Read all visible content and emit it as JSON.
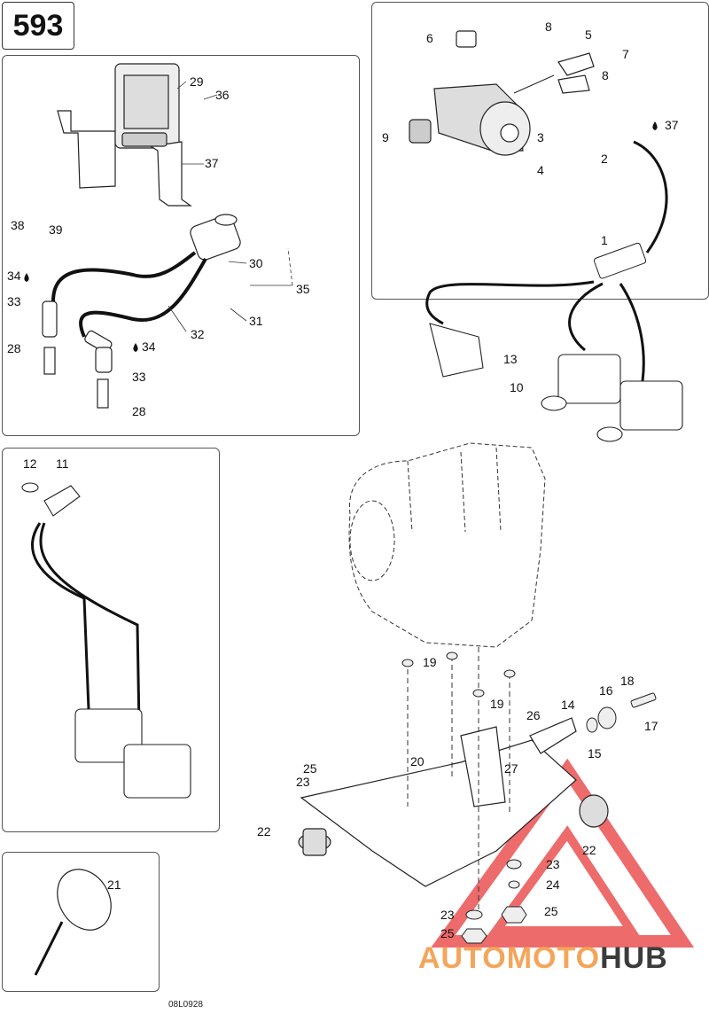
{
  "page_number": "593",
  "drawing_ref": "08L0928",
  "watermark": {
    "part1": "AUTOMOTO",
    "part2": "HUB",
    "color1": "#f4a55a",
    "color2": "#3b3b3b",
    "triangle_color": "#e83a3a"
  },
  "callouts": {
    "c1": "1",
    "c2": "2",
    "c3": "3",
    "c4": "4",
    "c5": "5",
    "c6": "6",
    "c7": "7",
    "c8a": "8",
    "c8b": "8",
    "c9": "9",
    "c10": "10",
    "c11": "11",
    "c12": "12",
    "c13": "13",
    "c14": "14",
    "c15": "15",
    "c16": "16",
    "c17": "17",
    "c18": "18",
    "c19a": "19",
    "c19b": "19",
    "c20": "20",
    "c21": "21",
    "c22a": "22",
    "c22b": "22",
    "c23a": "23",
    "c23b": "23",
    "c23c": "23",
    "c24": "24",
    "c25a": "25",
    "c25b": "25",
    "c25c": "25",
    "c26": "26",
    "c27": "27",
    "c28a": "28",
    "c28b": "28",
    "c29": "29",
    "c30": "30",
    "c31": "31",
    "c32": "32",
    "c33a": "33",
    "c33b": "33",
    "c34a": "34",
    "c34b": "34",
    "c35": "35",
    "c36": "36",
    "c37a": "37",
    "c37b": "37",
    "c38": "38",
    "c39": "39"
  }
}
